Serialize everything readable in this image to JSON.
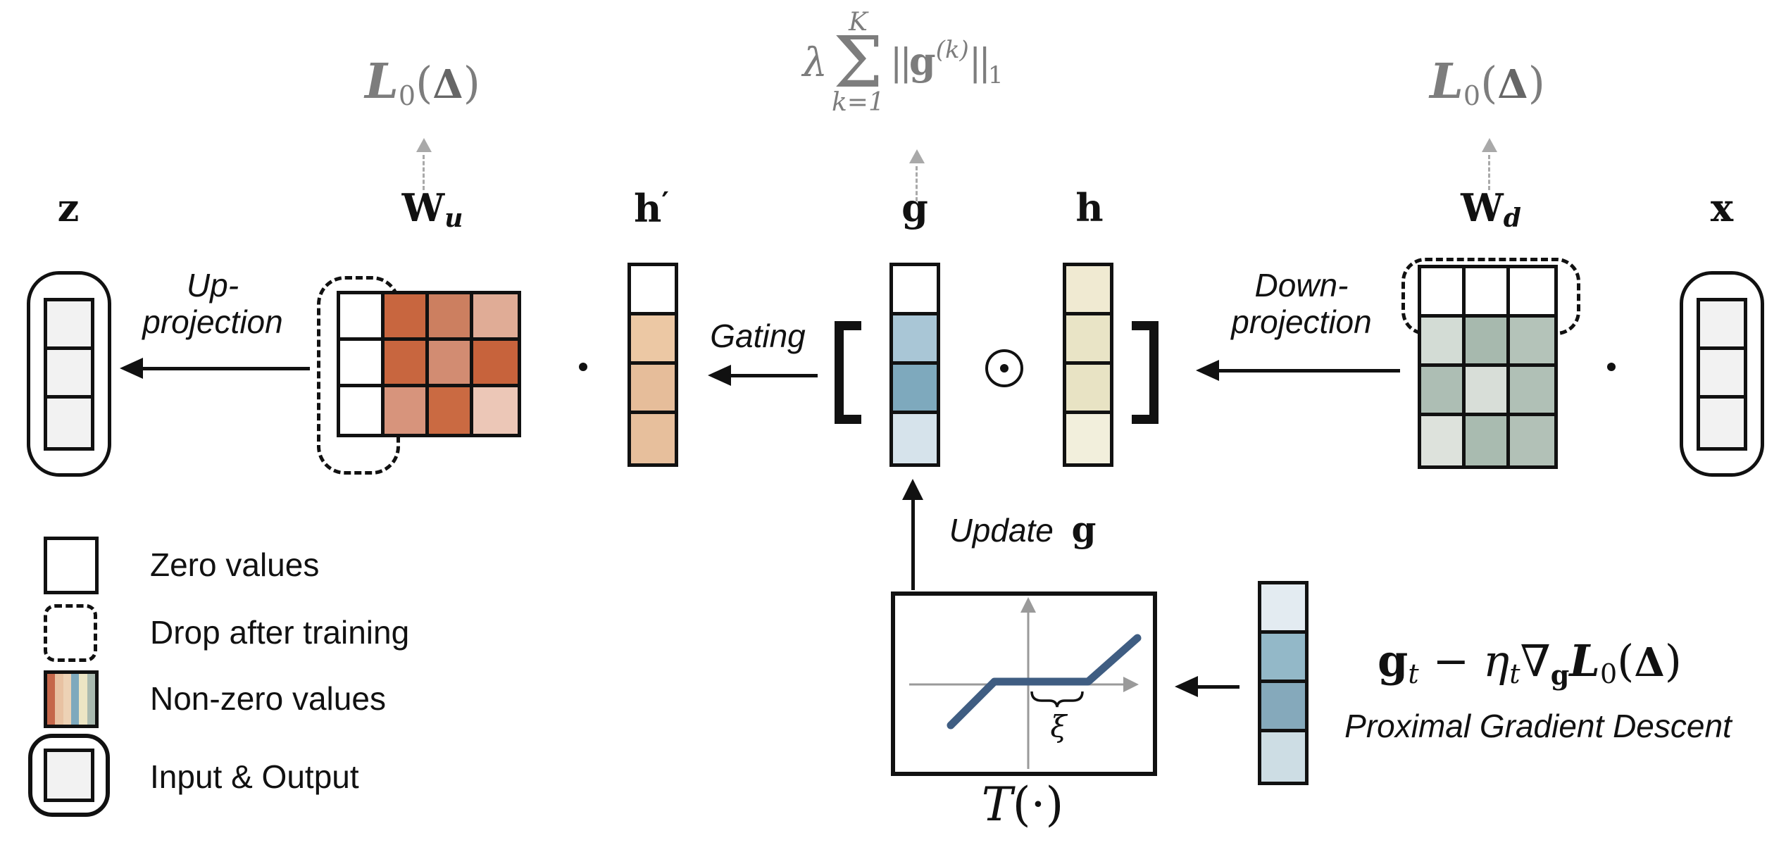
{
  "figure": {
    "description": "Sparse gated low-rank adapter diagram: z = Wu · (g ⊙ h) where h = Wd · x, with L1 regularization on gates and proximal gradient descent update through soft-threshold T(·)"
  },
  "labels": {
    "z": {
      "main": "z"
    },
    "wu": {
      "main": "W",
      "sub": "u"
    },
    "h_prime": {
      "main": "h",
      "sup": "′"
    },
    "g": {
      "main": "g"
    },
    "h": {
      "main": "h"
    },
    "wd": {
      "main": "W",
      "sub": "d"
    },
    "x": {
      "main": "x"
    }
  },
  "formulas": {
    "l0": {
      "script_l": "L",
      "sub": "0",
      "open": "(",
      "delta": "Δ",
      "close": ")"
    },
    "sum": {
      "lambda": "λ",
      "limit_top": "K",
      "sigma": "Σ",
      "limit_bottom": "k=1",
      "norm_open": "||",
      "g": "g",
      "sup": "(k)",
      "norm_close": "||",
      "sub": "1"
    },
    "pgd": {
      "g": "g",
      "g_sub": "t",
      "minus": " − ",
      "eta": "η",
      "eta_sub": "t",
      "nabla": "∇",
      "nabla_sub": "g",
      "script_l": "L",
      "l_sub": "0",
      "open": "(",
      "delta": "Δ",
      "close": ")",
      "caption": "Proximal Gradient Descent"
    },
    "tau": {
      "t": "T",
      "args": "(·)"
    },
    "xi": "ξ"
  },
  "annotations": {
    "up": {
      "line1": "Up-",
      "line2": "projection"
    },
    "down": {
      "line1": "Down-",
      "line2": "projection"
    },
    "gating": "Gating",
    "update": {
      "label": "Update",
      "var": "g"
    }
  },
  "legend": {
    "items": [
      {
        "label": "Zero values"
      },
      {
        "label": "Drop after training"
      },
      {
        "label": "Non-zero values"
      },
      {
        "label": "Input & Output"
      }
    ],
    "nonzero_stripes": [
      "#c5674a",
      "#e8c2a2",
      "#edd2b5",
      "#7ea9bd",
      "#ece5c4",
      "#a9bab0"
    ]
  },
  "matrices": {
    "wu": [
      [
        "#ffffff",
        "#c8663f",
        "#cc7f60",
        "#e0ac96"
      ],
      [
        "#ffffff",
        "#c8663f",
        "#d28c72",
        "#c7633c"
      ],
      [
        "#ffffff",
        "#d7947c",
        "#ca6a42",
        "#ecc7b7"
      ]
    ],
    "wd": [
      [
        "#ffffff",
        "#ffffff",
        "#ffffff"
      ],
      [
        "#d3dcd5",
        "#a7b9ae",
        "#b4c3b9"
      ],
      [
        "#adbeb4",
        "#d8ded8",
        "#b0c0b6"
      ],
      [
        "#dde2dc",
        "#a9bbb0",
        "#b2c1b7"
      ]
    ]
  },
  "vectors": {
    "z": [
      "#f2f2f2",
      "#f2f2f2",
      "#f2f2f2"
    ],
    "h_prime": [
      "#ffffff",
      "#ecc8a4",
      "#e6bd9a",
      "#e7bf9c"
    ],
    "g": [
      "#ffffff",
      "#a9c6d6",
      "#7ea9bd",
      "#d6e3eb"
    ],
    "h": [
      "#f0ead2",
      "#e9e4c6",
      "#e8e3c4",
      "#f2efdc"
    ],
    "x": [
      "#f2f2f2",
      "#f2f2f2",
      "#f2f2f2"
    ],
    "g_update": [
      "#e3ebf1",
      "#93b8c8",
      "#85a9bb",
      "#cddde4"
    ]
  },
  "colors": {
    "ink": "#111111",
    "formula_gray": "#7d7d7d",
    "dashed_arrow_gray": "#a9a9a9",
    "curve_blue": "#3f5d82",
    "axis_gray": "#9a9a9a",
    "io_fill": "#f2f2f2"
  }
}
